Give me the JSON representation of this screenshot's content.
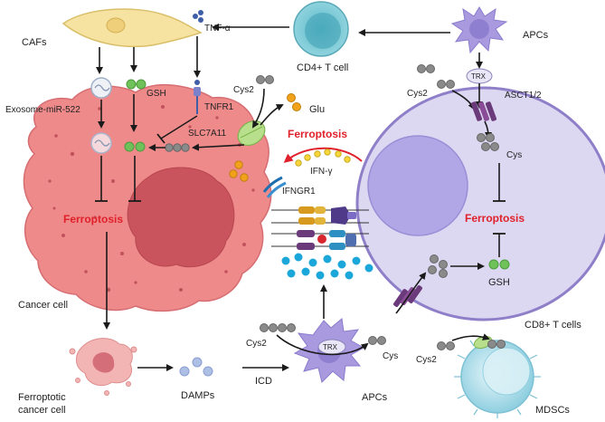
{
  "labels": {
    "cafs": "CAFs",
    "tnf_alpha": "TNF-α",
    "cd4_t_cell": "CD4+ T  cell",
    "apcs_top": "APCs",
    "gsh_top": "GSH",
    "exosome": "Exosome-miR-522",
    "tnfr1": "TNFR1",
    "cys2_top": "Cys2",
    "glu": "Glu",
    "slc7a11": "SLC7A11",
    "cys2_right": "Cys2",
    "trx_top": "TRX",
    "asct": "ASCT1/2",
    "cys_right": "Cys",
    "ferroptosis_center": "Ferroptosis",
    "ifn_gamma": "IFN-γ",
    "ifngr1": "IFNGR1",
    "ferroptosis_left": "Ferroptosis",
    "ferroptosis_right": "Ferroptosis",
    "gsh_right": "GSH",
    "cancer_cell": "Cancer cell",
    "cd8_t_cells": "CD8+ T cells",
    "cys2_bottom": "Cys2",
    "trx_bottom": "TRX",
    "cys_bottom": "Cys",
    "cys2_mdsc": "Cys2",
    "ferroptotic_cancer_cell_line1": "Ferroptotic",
    "ferroptotic_cancer_cell_line2": "cancer cell",
    "damps": "DAMPs",
    "icd": "ICD",
    "apcs_bottom": "APCs",
    "mdscs": "MDSCs"
  },
  "colors": {
    "ferroptosis_red": "#e0202a",
    "cancer_cell_fill": "#ee8a8a",
    "cancer_nucleus": "#c9545e",
    "cd8_cell_fill": "#ddd8f2",
    "cd8_border": "#8f7fc9",
    "cd4_cell": "#8fd3de",
    "apc_purple": "#a99ae0",
    "caf_yellow": "#f7e3a1",
    "mdsc_blue": "#a9dbe8",
    "glu_orange": "#f2a21a",
    "gsh_green": "#6fc25a",
    "cys_gray": "#8a8a8a",
    "ifn_yellow": "#f6d63b",
    "damp_blue": "#aebfe6",
    "cytokine_blue": "#1ba7d9",
    "transporter_green": "#b8e08c",
    "transporter_purple": "#6a3a7a"
  }
}
